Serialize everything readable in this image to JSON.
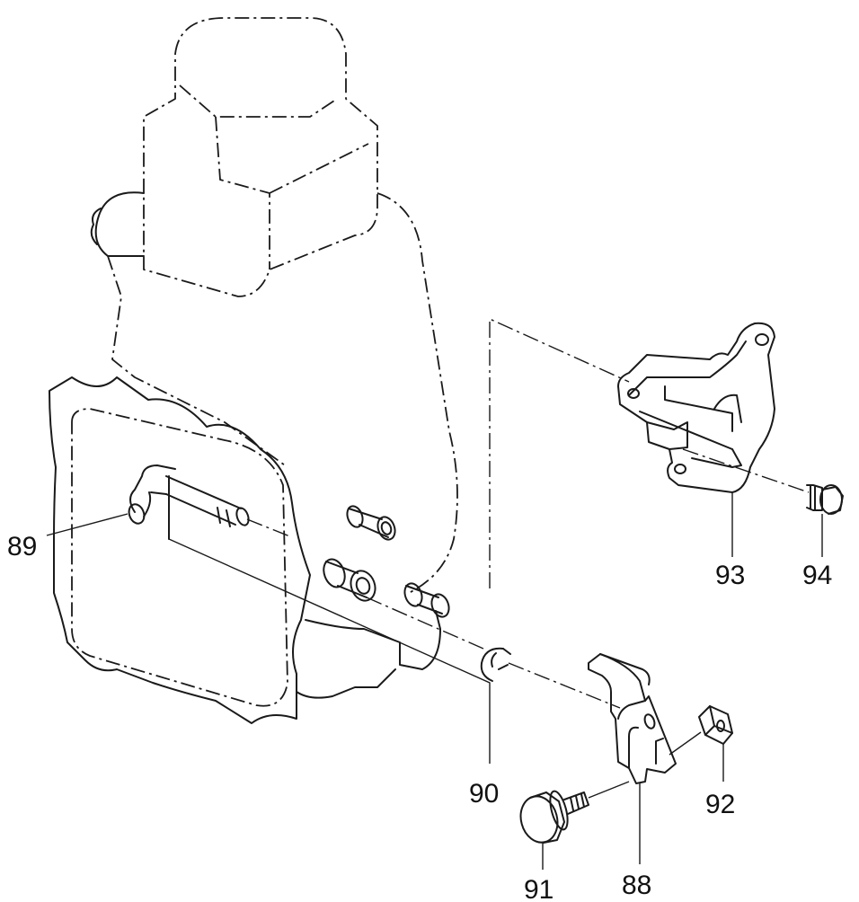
{
  "callouts": {
    "c88": "88",
    "c89": "89",
    "c90": "90",
    "c91": "91",
    "c92": "92",
    "c93": "93",
    "c94": "94"
  }
}
